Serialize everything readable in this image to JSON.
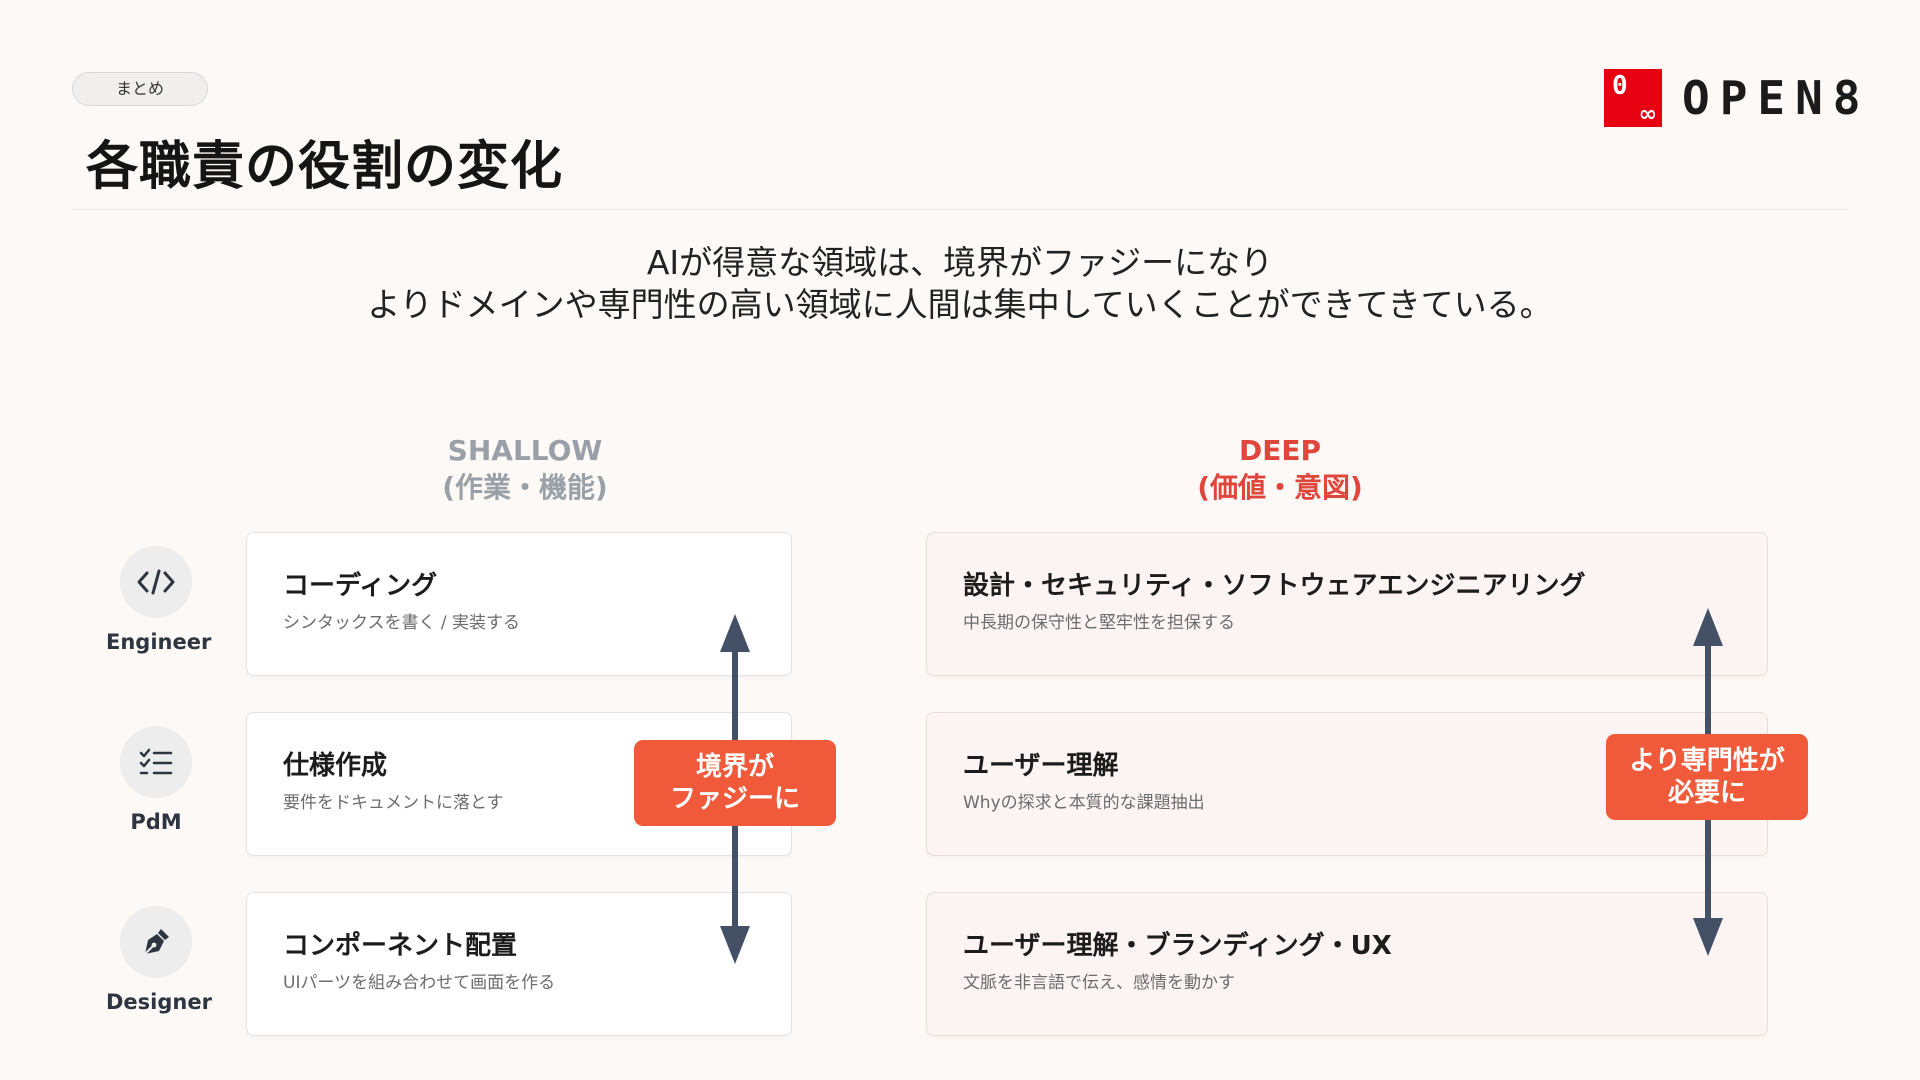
{
  "header": {
    "badge": "まとめ",
    "title": "各職責の役割の変化"
  },
  "logo": {
    "mark_top": "0",
    "mark_bottom": "∞",
    "text": "OPEN8",
    "color": "#e60012"
  },
  "subtitle": {
    "line1": "AIが得意な領域は、境界がファジーになり",
    "line2": "よりドメインや専門性の高い領域に人間は集中していくことができてきている。"
  },
  "columns": {
    "shallow": {
      "title": "SHALLOW",
      "subtitle": "(作業・機能)",
      "color": "#9aa0a8"
    },
    "deep": {
      "title": "DEEP",
      "subtitle": "(価値・意図)",
      "color": "#e0463c"
    }
  },
  "roles": [
    {
      "label": "Engineer",
      "icon": "code-icon"
    },
    {
      "label": "PdM",
      "icon": "checklist-icon"
    },
    {
      "label": "Designer",
      "icon": "pen-nib-icon"
    }
  ],
  "shallow_cards": [
    {
      "title": "コーディング",
      "desc": "シンタックスを書く / 実装する"
    },
    {
      "title": "仕様作成",
      "desc": "要件をドキュメントに落とす"
    },
    {
      "title": "コンポーネント配置",
      "desc": "UIパーツを組み合わせて画面を作る"
    }
  ],
  "deep_cards": [
    {
      "title": "設計・セキュリティ・ソフトウェアエンジニアリング",
      "desc": "中長期の保守性と堅牢性を担保する"
    },
    {
      "title": "ユーザー理解",
      "desc": "Whyの探求と本質的な課題抽出"
    },
    {
      "title": "ユーザー理解・ブランディング・UX",
      "desc": "文脈を非言語で伝え、感情を動かす"
    }
  ],
  "callouts": {
    "shallow": {
      "line1": "境界が",
      "line2": "ファジーに"
    },
    "deep": {
      "line1": "より専門性が",
      "line2": "必要に"
    }
  },
  "colors": {
    "background": "#fdf9f6",
    "arrow": "#435066",
    "callout": "#f05a3a"
  }
}
